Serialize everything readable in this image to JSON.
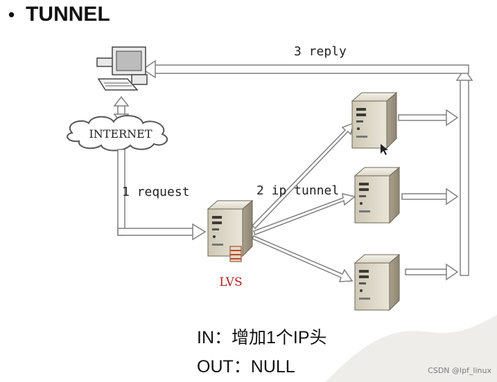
{
  "title": "TUNNEL",
  "diagram": {
    "internet_label": "INTERNET",
    "reply_label": "3 reply",
    "request_label": "1 request",
    "tunnel_label": "2 ip tunnel",
    "lvs_label": "LVS"
  },
  "captions": {
    "in_line": "IN：增加1个IP头",
    "out_line": "OUT：NULL"
  },
  "watermark": "CSDN @lpf_linux",
  "colors": {
    "lvs_label": "#b31b1b",
    "server_body": "#d9d3c4",
    "arrow_fill": "#ffffff",
    "arrow_stroke": "#7f7f7f"
  }
}
